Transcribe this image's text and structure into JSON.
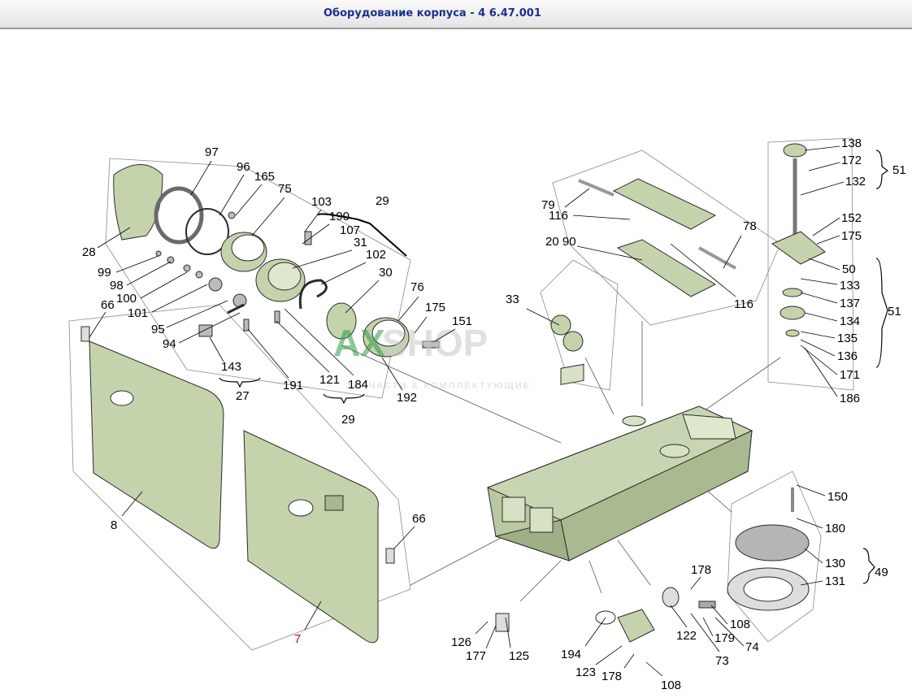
{
  "window": {
    "title": "Оборудование корпуса - 4 6.47.001"
  },
  "watermark": {
    "logo_a": "AX",
    "logo_b": "SHOP",
    "tagline": "ЗАПЧАСТИ & КОМПЛЕКТУЮЩИЕ"
  },
  "colors": {
    "part_fill": "#c5d3ad",
    "part_dark": "#a7b78f",
    "outline": "#2b2b2b",
    "callout": "#7a7a7a",
    "highlight_label": "#cc0000"
  },
  "callouts": [
    {
      "id": "c-97",
      "text": "97"
    },
    {
      "id": "c-96",
      "text": "96"
    },
    {
      "id": "c-165",
      "text": "165"
    },
    {
      "id": "c-75",
      "text": "75"
    },
    {
      "id": "c-103",
      "text": "103"
    },
    {
      "id": "c-29a",
      "text": "29"
    },
    {
      "id": "c-190",
      "text": "190"
    },
    {
      "id": "c-107",
      "text": "107"
    },
    {
      "id": "c-31",
      "text": "31"
    },
    {
      "id": "c-102",
      "text": "102"
    },
    {
      "id": "c-30",
      "text": "30"
    },
    {
      "id": "c-28",
      "text": "28"
    },
    {
      "id": "c-99",
      "text": "99"
    },
    {
      "id": "c-98",
      "text": "98"
    },
    {
      "id": "c-100",
      "text": "100"
    },
    {
      "id": "c-101",
      "text": "101"
    },
    {
      "id": "c-95",
      "text": "95"
    },
    {
      "id": "c-94",
      "text": "94"
    },
    {
      "id": "c-66a",
      "text": "66"
    },
    {
      "id": "c-143",
      "text": "143"
    },
    {
      "id": "c-27",
      "text": "27"
    },
    {
      "id": "c-191",
      "text": "191"
    },
    {
      "id": "c-121",
      "text": "121"
    },
    {
      "id": "c-184",
      "text": "184"
    },
    {
      "id": "c-29b",
      "text": "29"
    },
    {
      "id": "c-76",
      "text": "76"
    },
    {
      "id": "c-175a",
      "text": "175"
    },
    {
      "id": "c-151",
      "text": "151"
    },
    {
      "id": "c-192",
      "text": "192"
    },
    {
      "id": "c-79",
      "text": "79"
    },
    {
      "id": "c-116a",
      "text": "116"
    },
    {
      "id": "c-78",
      "text": "78"
    },
    {
      "id": "c-20-90",
      "text": "20 90"
    },
    {
      "id": "c-116b",
      "text": "116"
    },
    {
      "id": "c-33",
      "text": "33"
    },
    {
      "id": "c-138",
      "text": "138"
    },
    {
      "id": "c-172",
      "text": "172"
    },
    {
      "id": "c-132",
      "text": "132"
    },
    {
      "id": "c-51a",
      "text": "51"
    },
    {
      "id": "c-152",
      "text": "152"
    },
    {
      "id": "c-175b",
      "text": "175"
    },
    {
      "id": "c-50",
      "text": "50"
    },
    {
      "id": "c-133",
      "text": "133"
    },
    {
      "id": "c-137",
      "text": "137"
    },
    {
      "id": "c-134",
      "text": "134"
    },
    {
      "id": "c-135",
      "text": "135"
    },
    {
      "id": "c-136",
      "text": "136"
    },
    {
      "id": "c-171",
      "text": "171"
    },
    {
      "id": "c-186",
      "text": "186"
    },
    {
      "id": "c-51b",
      "text": "51"
    },
    {
      "id": "c-8",
      "text": "8"
    },
    {
      "id": "c-7",
      "text": "7"
    },
    {
      "id": "c-66b",
      "text": "66"
    },
    {
      "id": "c-150",
      "text": "150"
    },
    {
      "id": "c-180",
      "text": "180"
    },
    {
      "id": "c-130",
      "text": "130"
    },
    {
      "id": "c-131",
      "text": "131"
    },
    {
      "id": "c-49",
      "text": "49"
    },
    {
      "id": "c-178a",
      "text": "178"
    },
    {
      "id": "c-108a",
      "text": "108"
    },
    {
      "id": "c-179",
      "text": "179"
    },
    {
      "id": "c-74",
      "text": "74"
    },
    {
      "id": "c-122",
      "text": "122"
    },
    {
      "id": "c-73",
      "text": "73"
    },
    {
      "id": "c-194",
      "text": "194"
    },
    {
      "id": "c-123",
      "text": "123"
    },
    {
      "id": "c-178b",
      "text": "178"
    },
    {
      "id": "c-108b",
      "text": "108"
    },
    {
      "id": "c-126",
      "text": "126"
    },
    {
      "id": "c-177",
      "text": "177"
    },
    {
      "id": "c-125",
      "text": "125"
    }
  ]
}
